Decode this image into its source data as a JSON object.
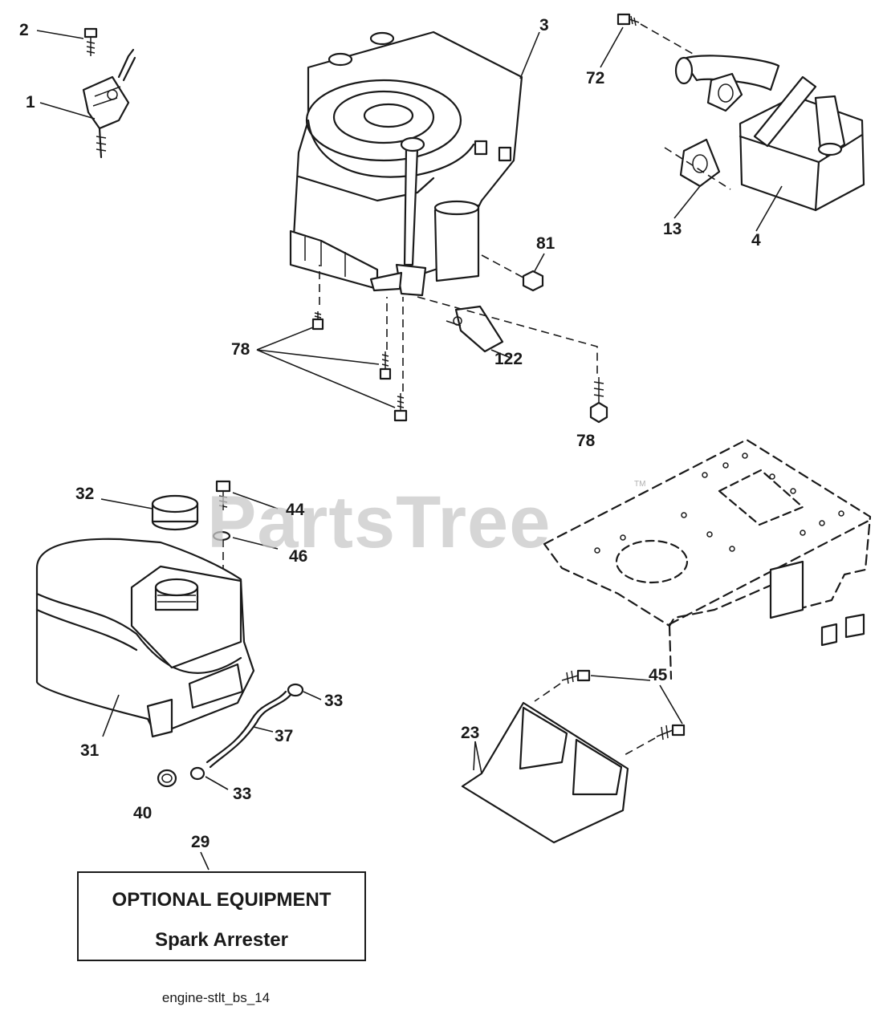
{
  "watermark": {
    "text": "PartsTree",
    "trademark": "TM"
  },
  "callouts": {
    "c1": "1",
    "c2": "2",
    "c3": "3",
    "c4": "4",
    "c13": "13",
    "c72": "72",
    "c81": "81",
    "c78a": "78",
    "c78b": "78",
    "c122": "122",
    "c32": "32",
    "c44": "44",
    "c46": "46",
    "c31": "31",
    "c33a": "33",
    "c33b": "33",
    "c37": "37",
    "c40": "40",
    "c29": "29",
    "c23": "23",
    "c45": "45"
  },
  "optional_box": {
    "line1": "OPTIONAL EQUIPMENT",
    "line2": "Spark Arrester"
  },
  "caption": "engine-stlt_bs_14",
  "colors": {
    "ink": "#1a1a1a",
    "watermark": "#c9c9c9",
    "background": "#ffffff"
  }
}
